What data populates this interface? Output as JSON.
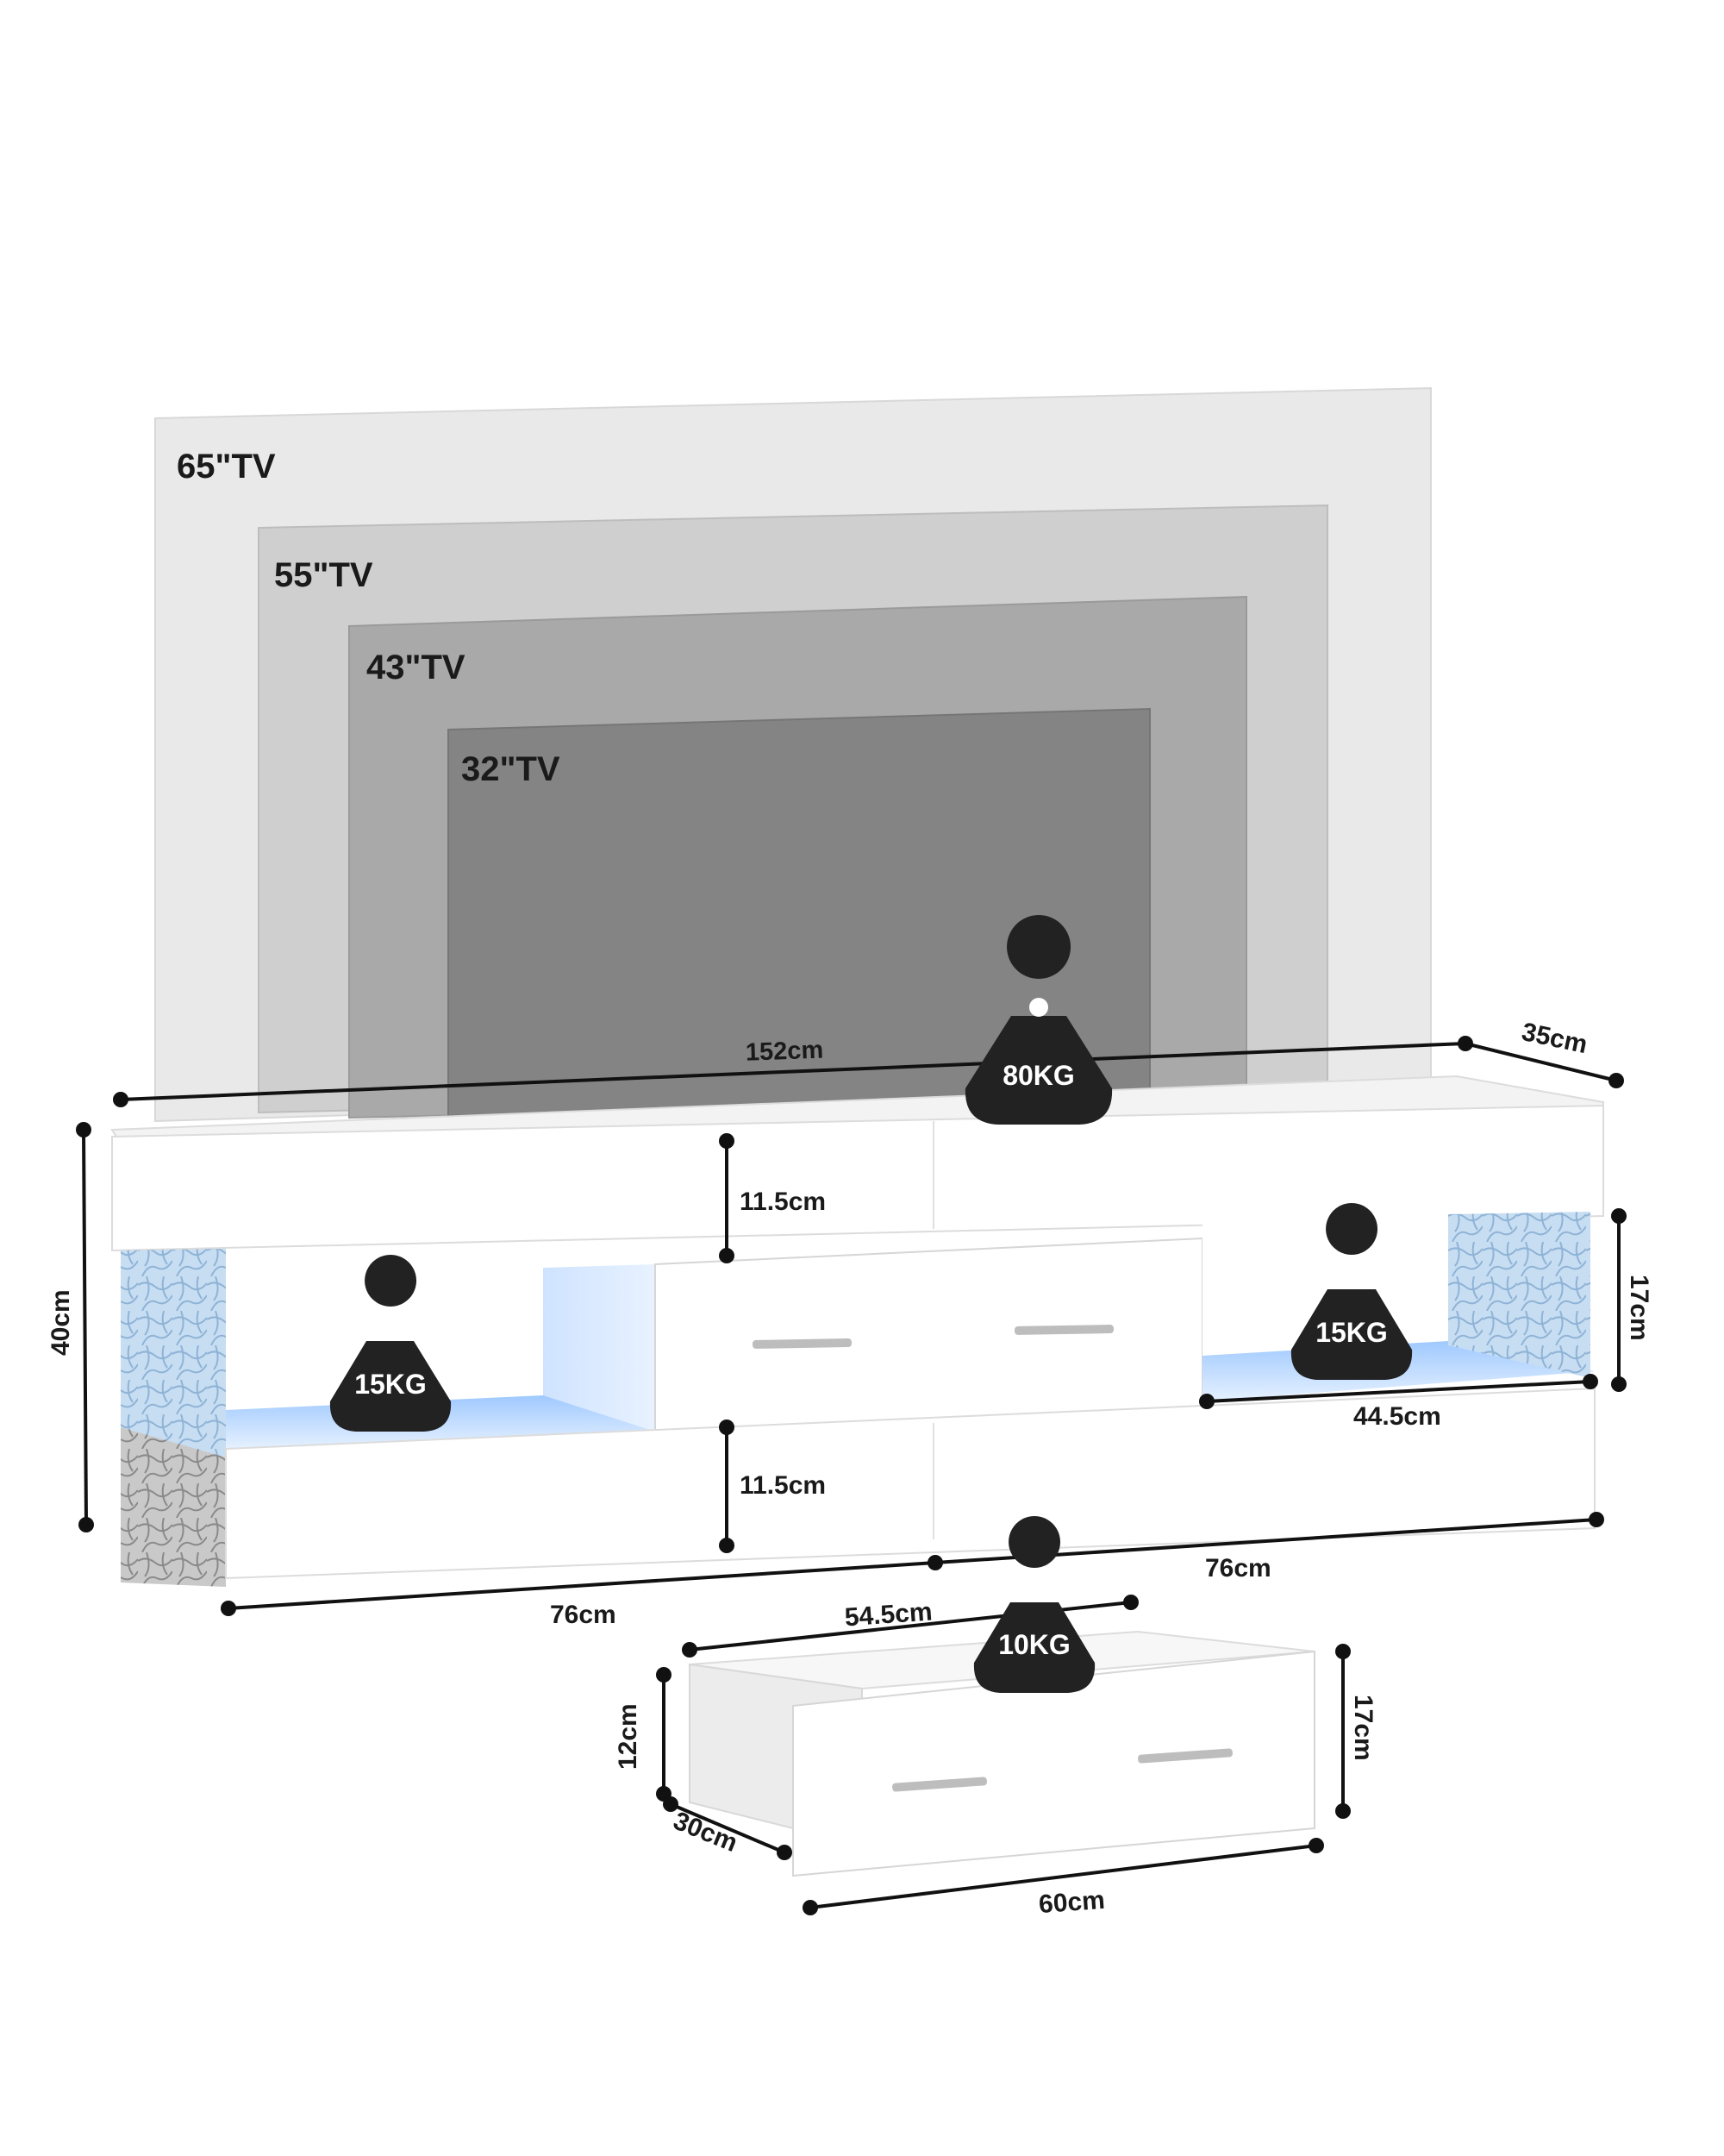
{
  "tv_sizes": [
    "65\"TV",
    "55\"TV",
    "43\"TV",
    "32\"TV"
  ],
  "dimensions": {
    "total_width": "152cm",
    "depth": "35cm",
    "height": "40cm",
    "top_drawer_height": "11.5cm",
    "bottom_drawer_height": "11.5cm",
    "side_compartment_height": "17cm",
    "side_compartment_width": "44.5cm",
    "left_half_width": "76cm",
    "right_half_width": "76cm"
  },
  "weights": {
    "top": "80KG",
    "left_shelf": "15KG",
    "right_shelf": "15KG",
    "drawer": "10KG"
  },
  "drawer": {
    "inner_width": "54.5cm",
    "inner_height": "12cm",
    "depth": "30cm",
    "outer_width": "60cm",
    "outer_height": "17cm"
  }
}
